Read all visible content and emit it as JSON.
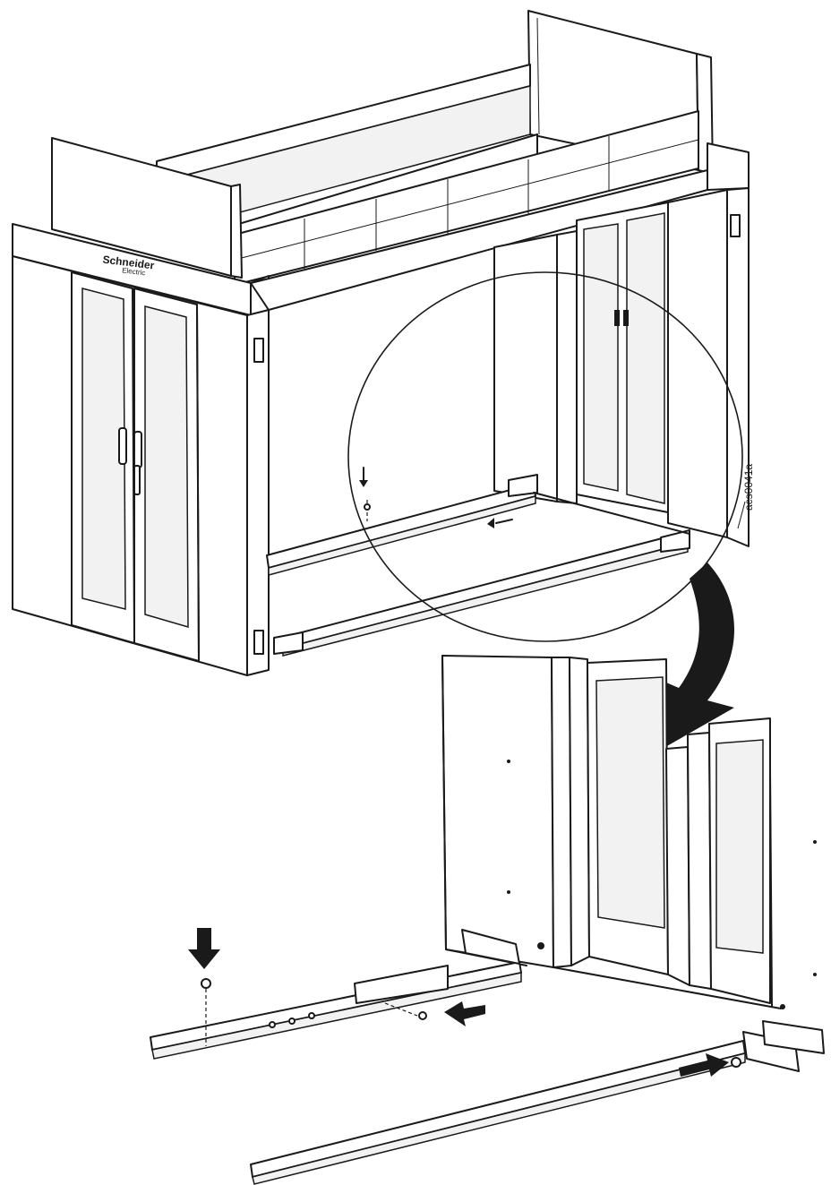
{
  "figure": {
    "brand_name": "Schneider",
    "brand_sub": "Electric",
    "figure_id": "acs0041a"
  },
  "colors": {
    "line": "#1a1a1a",
    "fill": "#ffffff",
    "shade": "#f2f2f2"
  }
}
